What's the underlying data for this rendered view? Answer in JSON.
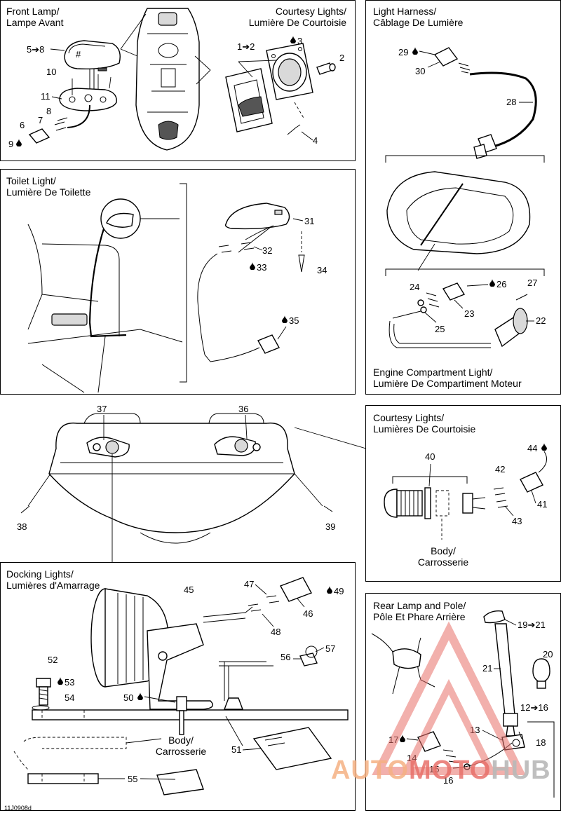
{
  "panels": {
    "front_lamp": {
      "title_en": "Front Lamp/",
      "title_fr": "Lampe Avant"
    },
    "courtesy_top": {
      "title_en": "Courtesy Lights/",
      "title_fr": "Lumière De Courtoisie"
    },
    "light_harness": {
      "title_en": "Light Harness/",
      "title_fr": "Câblage De Lumière"
    },
    "toilet_light": {
      "title_en": "Toilet Light/",
      "title_fr": "Lumière De Toilette"
    },
    "engine_compartment": {
      "title_en": "Engine Compartment Light/",
      "title_fr": "Lumière De Compartiment Moteur"
    },
    "courtesy_side": {
      "title_en": "Courtesy Lights/",
      "title_fr": "Lumières De Courtoisie"
    },
    "docking_lights": {
      "title_en": "Docking Lights/",
      "title_fr": "Lumières d'Amarrage"
    },
    "rear_lamp": {
      "title_en": "Rear Lamp and Pole/",
      "title_fr": "Pôle Et Phare Arrière"
    }
  },
  "body_labels": {
    "courtesy": "Body/\nCarrosserie",
    "docking": "Body/\nCarrosserie"
  },
  "callouts": {
    "c1": "5➔8",
    "c2": "10",
    "c3": "11",
    "c4": "8",
    "c5": "7",
    "c6": "6",
    "c7": "9",
    "c8": "1➔2",
    "c9": "3",
    "c10": "2",
    "c11": "4",
    "c12": "29",
    "c13": "30",
    "c14": "28",
    "c15": "31",
    "c16": "32",
    "c17": "33",
    "c18": "34",
    "c19": "35",
    "c20": "24",
    "c21": "26",
    "c22": "27",
    "c23": "23",
    "c24": "25",
    "c25": "22",
    "c26": "37",
    "c27": "36",
    "c28": "38",
    "c29": "39",
    "c30": "40",
    "c31": "44",
    "c32": "42",
    "c33": "41",
    "c34": "43",
    "c35": "45",
    "c36": "47",
    "c37": "49",
    "c38": "46",
    "c39": "48",
    "c40": "56",
    "c41": "57",
    "c42": "52",
    "c43": "53",
    "c44": "54",
    "c45": "50",
    "c46": "51",
    "c47": "55",
    "c48": "19➔21",
    "c49": "20",
    "c50": "21",
    "c51": "12➔16",
    "c52": "13",
    "c53": "18",
    "c54": "17",
    "c55": "14",
    "c56": "15",
    "c57": "16"
  },
  "figure_id": "11J0908d",
  "watermark": {
    "text_a": "AUTO",
    "text_b": "MOTO",
    "text_c": "HUB",
    "color_orange": "#f5b183",
    "color_red": "#e8706a",
    "color_gray": "#b9b9b9"
  }
}
